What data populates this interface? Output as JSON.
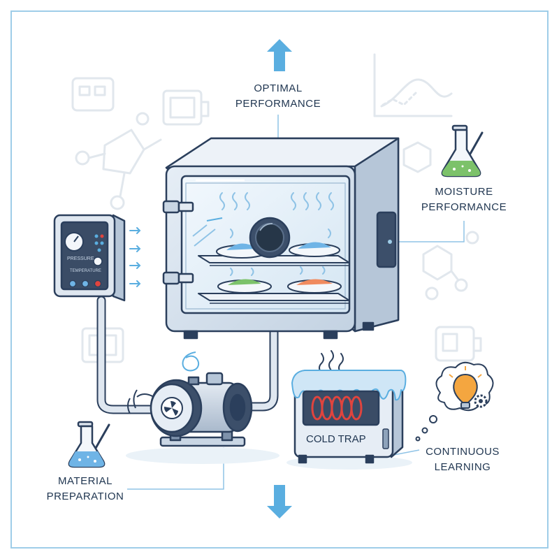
{
  "labels": {
    "top": [
      "OPTIMAL",
      "PERFORMANCE"
    ],
    "moisture": [
      "MOISTURE",
      "PERFORMANCE"
    ],
    "material": [
      "MATERIAL",
      "PREPARATION"
    ],
    "learning": [
      "CONTINUOUS",
      "LEARNING"
    ],
    "cold_trap": "COLD TRAP",
    "panel_pressure": "PRESSURE",
    "panel_temperature": "TEMPERATURE"
  },
  "colors": {
    "outline": "#2b3f5c",
    "accent_arrow": "#5aaee0",
    "background_icons": "#e2e8ee",
    "frame": "#9fcde8",
    "coil": "#e0443e",
    "green_sample": "#7cc26a",
    "orange_sample": "#f08a5e",
    "blue_sample": "#6fb4e6"
  },
  "icons": [
    "arrow-up-icon",
    "arrow-down-icon",
    "flask-icon",
    "lightbulb-icon",
    "gear-icon",
    "vacuum-pump-icon",
    "control-panel-icon"
  ]
}
